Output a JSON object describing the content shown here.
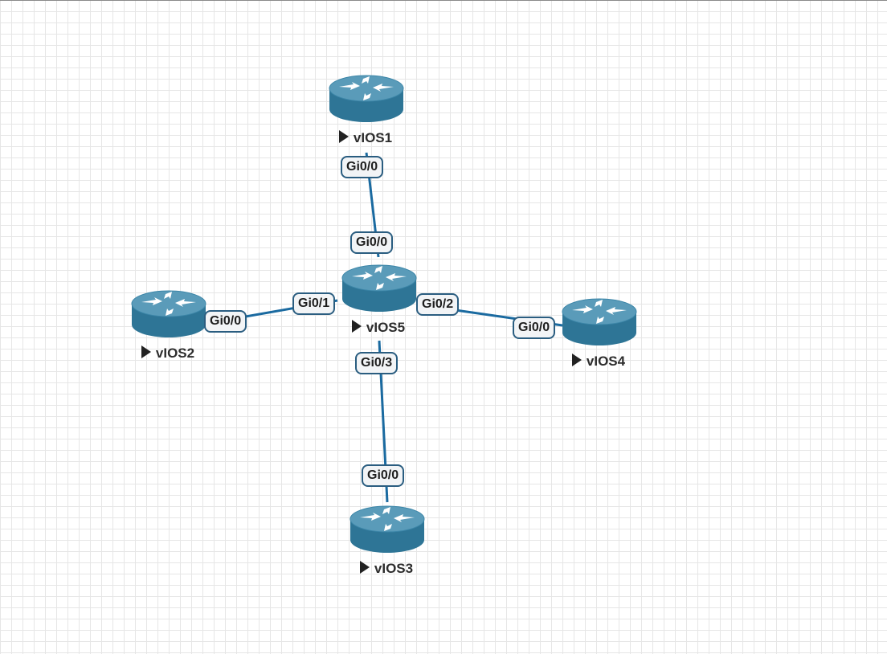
{
  "colors": {
    "link": "#1a6aa0",
    "router_body": "#2e7596",
    "router_top": "#5a9bb9",
    "label_border": "#2a5d80"
  },
  "icons": {
    "router": "router-icon",
    "start": "play-icon"
  },
  "nodes": {
    "vios1": {
      "name": "vIOS1"
    },
    "vios2": {
      "name": "vIOS2"
    },
    "vios3": {
      "name": "vIOS3"
    },
    "vios4": {
      "name": "vIOS4"
    },
    "vios5": {
      "name": "vIOS5"
    }
  },
  "links": [
    {
      "from": "vIOS1",
      "from_if": "Gi0/0",
      "to": "vIOS5",
      "to_if": "Gi0/0"
    },
    {
      "from": "vIOS2",
      "from_if": "Gi0/0",
      "to": "vIOS5",
      "to_if": "Gi0/1"
    },
    {
      "from": "vIOS4",
      "from_if": "Gi0/0",
      "to": "vIOS5",
      "to_if": "Gi0/2"
    },
    {
      "from": "vIOS3",
      "from_if": "Gi0/0",
      "to": "vIOS5",
      "to_if": "Gi0/3"
    }
  ]
}
